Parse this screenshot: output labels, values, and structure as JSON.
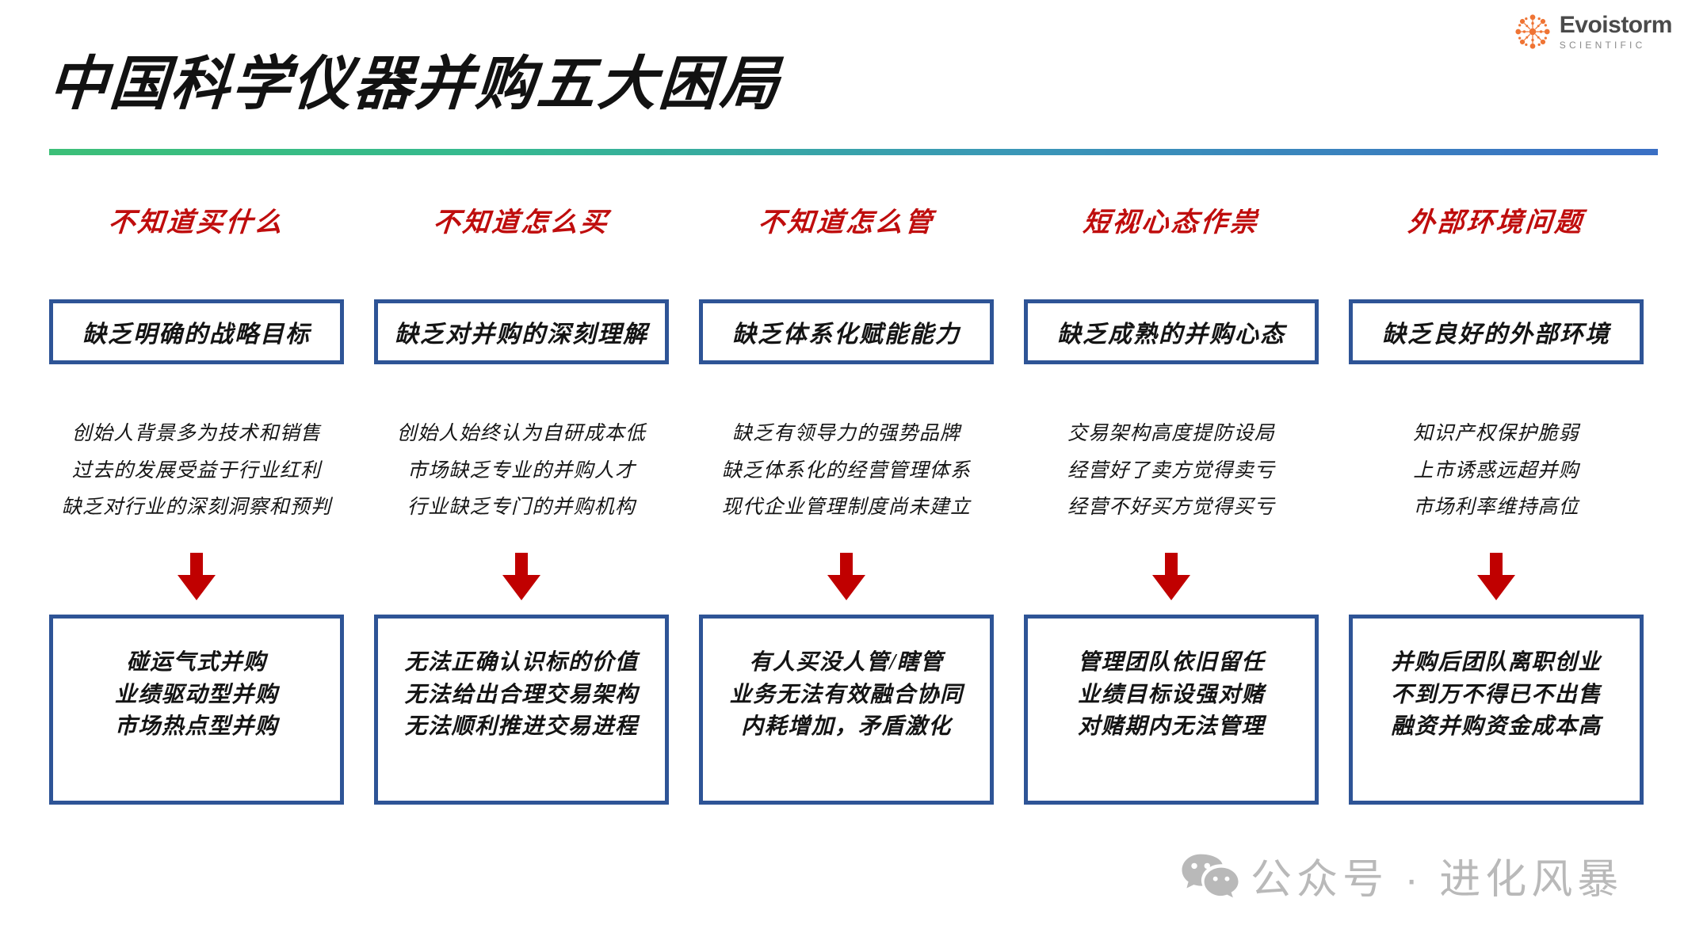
{
  "brand": {
    "name": "Evoistorm",
    "sub": "SCIENTIFIC",
    "mark_color": "#ef7434",
    "text_color": "#4a4a4a"
  },
  "title": "中国科学仪器并购五大困局",
  "divider": {
    "from_color": "#3cbf78",
    "to_color": "#3a6fc4"
  },
  "accent": {
    "header_red": "#bf0d0d",
    "box_blue": "#2e5496",
    "arrow_red": "#c00000"
  },
  "columns": [
    {
      "header": "不知道买什么",
      "top_box": "缺乏明确的战略目标",
      "bullets": [
        "创始人背景多为技术和销售",
        "过去的发展受益于行业红利",
        "缺乏对行业的深刻洞察和预判"
      ],
      "arrow": "down-arrow-icon",
      "outcomes": [
        "碰运气式并购",
        "业绩驱动型并购",
        "市场热点型并购"
      ]
    },
    {
      "header": "不知道怎么买",
      "top_box": "缺乏对并购的深刻理解",
      "bullets": [
        "创始人始终认为自研成本低",
        "市场缺乏专业的并购人才",
        "行业缺乏专门的并购机构"
      ],
      "arrow": "down-arrow-icon",
      "outcomes": [
        "无法正确认识标的价值",
        "无法给出合理交易架构",
        "无法顺利推进交易进程"
      ]
    },
    {
      "header": "不知道怎么管",
      "top_box": "缺乏体系化赋能能力",
      "bullets": [
        "缺乏有领导力的强势品牌",
        "缺乏体系化的经营管理体系",
        "现代企业管理制度尚未建立"
      ],
      "arrow": "down-arrow-icon",
      "outcomes": [
        "有人买没人管/瞎管",
        "业务无法有效融合协同",
        "内耗增加，矛盾激化"
      ]
    },
    {
      "header": "短视心态作祟",
      "top_box": "缺乏成熟的并购心态",
      "bullets": [
        "交易架构高度提防设局",
        "经营好了卖方觉得卖亏",
        "经营不好买方觉得买亏"
      ],
      "arrow": "down-arrow-icon",
      "outcomes": [
        "管理团队依旧留任",
        "业绩目标设强对赌",
        "对赌期内无法管理"
      ]
    },
    {
      "header": "外部环境问题",
      "top_box": "缺乏良好的外部环境",
      "bullets": [
        "知识产权保护脆弱",
        "上市诱惑远超并购",
        "市场利率维持高位"
      ],
      "arrow": "down-arrow-icon",
      "outcomes": [
        "并购后团队离职创业",
        "不到万不得已不出售",
        "融资并购资金成本高"
      ]
    }
  ],
  "watermark": {
    "icon": "wechat-icon",
    "text": "公众号 · 进化风暴",
    "color": "#b9b9b9"
  }
}
